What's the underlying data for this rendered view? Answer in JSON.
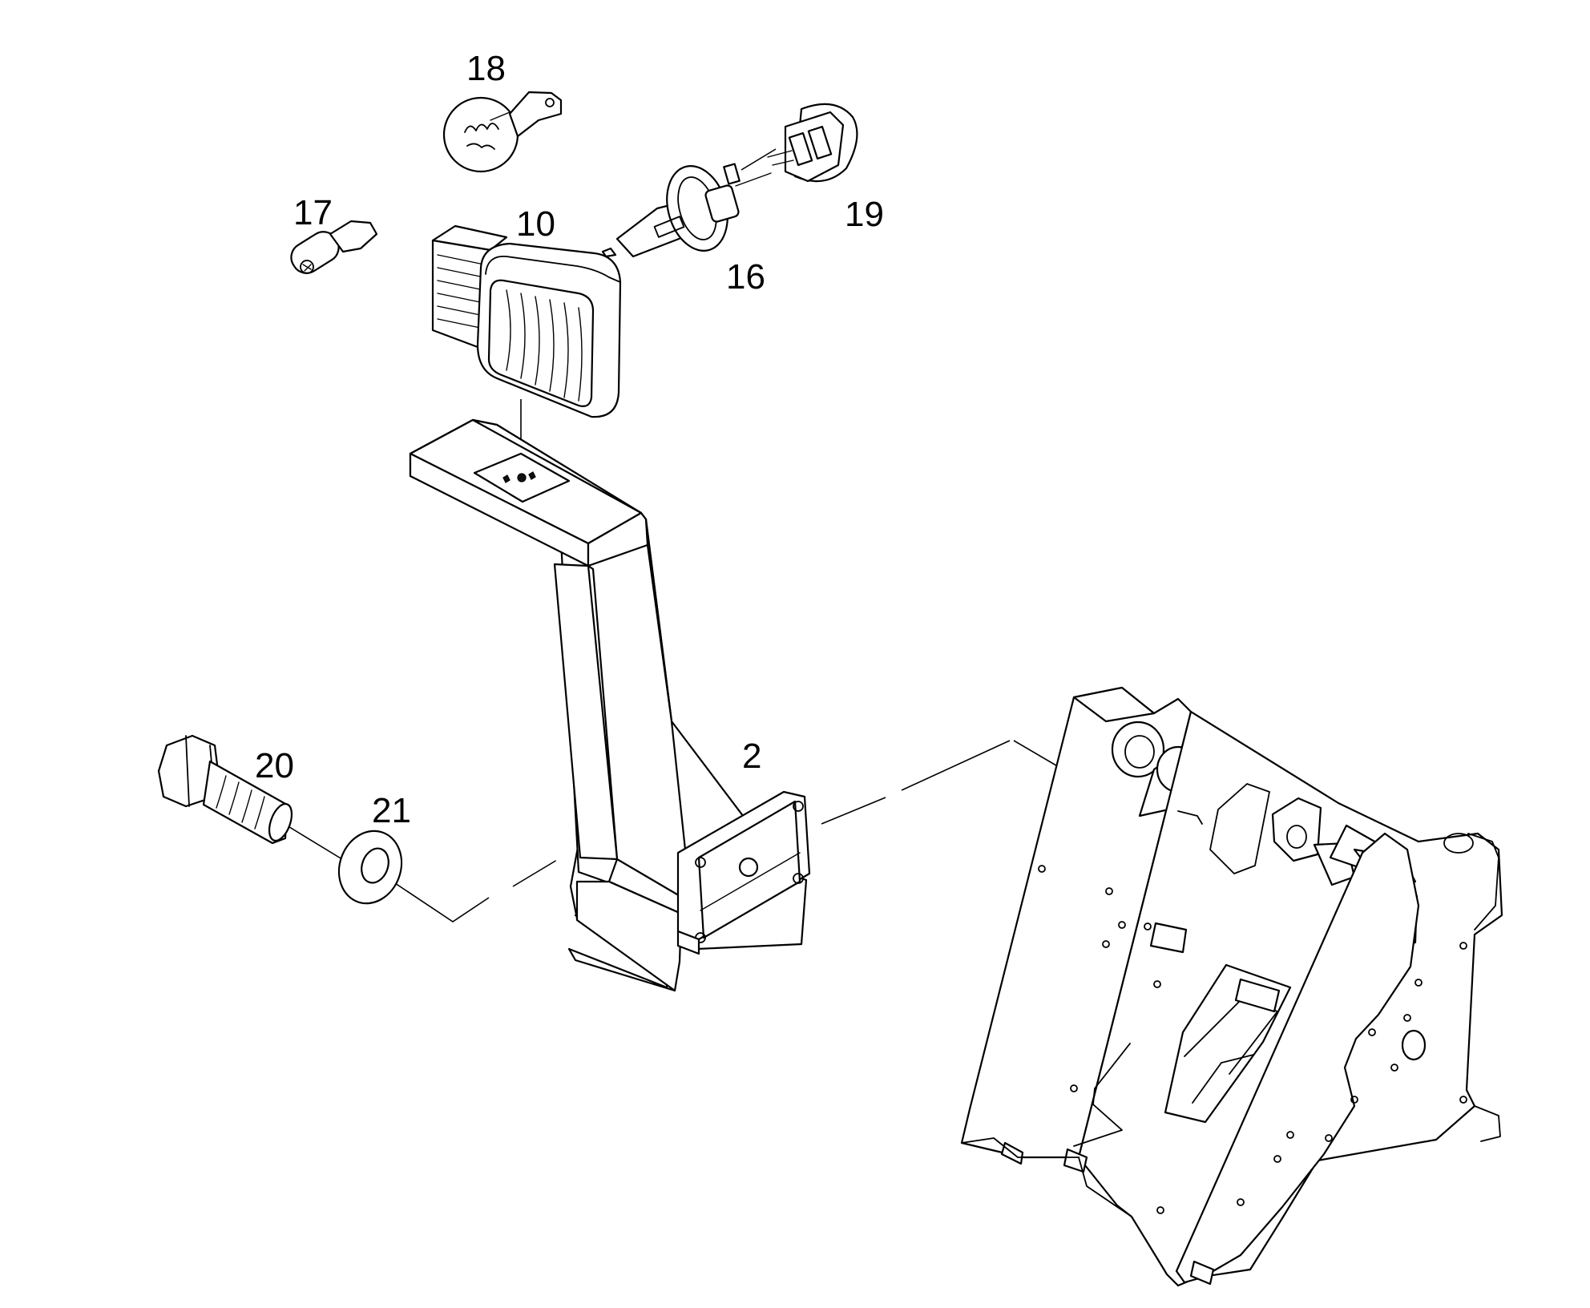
{
  "diagram": {
    "callouts": {
      "c2": "2",
      "c10": "10",
      "c16": "16",
      "c17": "17",
      "c18": "18",
      "c19": "19",
      "c20": "20",
      "c21": "21"
    }
  }
}
